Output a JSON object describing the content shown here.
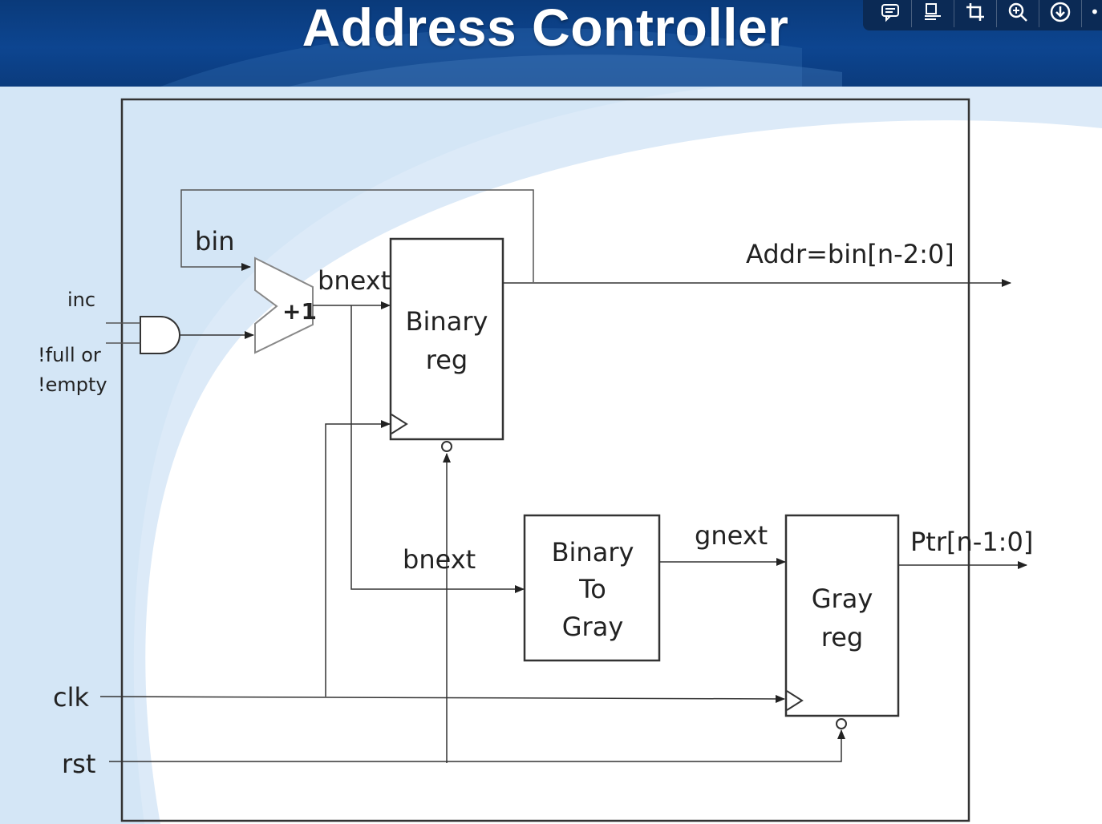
{
  "slide": {
    "title": "Address Controller",
    "colors": {
      "title_bar": "#0d4590",
      "title_text": "#ffffff",
      "background_swoosh": "#dbe9f7",
      "lines": "#2b2b2b"
    }
  },
  "toolbar": {
    "icons": [
      "comment-icon",
      "presenter-notes-icon",
      "crop-icon",
      "zoom-in-icon",
      "download-icon",
      "more-icon"
    ]
  },
  "diagram": {
    "signals": {
      "inc": "inc",
      "full_line1": "!full or",
      "full_line2": "!empty",
      "clk": "clk",
      "rst": "rst",
      "bin": "bin",
      "bnext_top": "bnext",
      "bnext_bottom": "bnext",
      "gnext": "gnext",
      "addr": "Addr=bin[n-2:0]",
      "ptr": "Ptr[n-1:0]"
    },
    "blocks": {
      "incrementer": "+1",
      "binary_reg_line1": "Binary",
      "binary_reg_line2": "reg",
      "b2g_line1": "Binary",
      "b2g_line2": "To",
      "b2g_line3": "Gray",
      "gray_reg_line1": "Gray",
      "gray_reg_line2": "reg"
    }
  }
}
